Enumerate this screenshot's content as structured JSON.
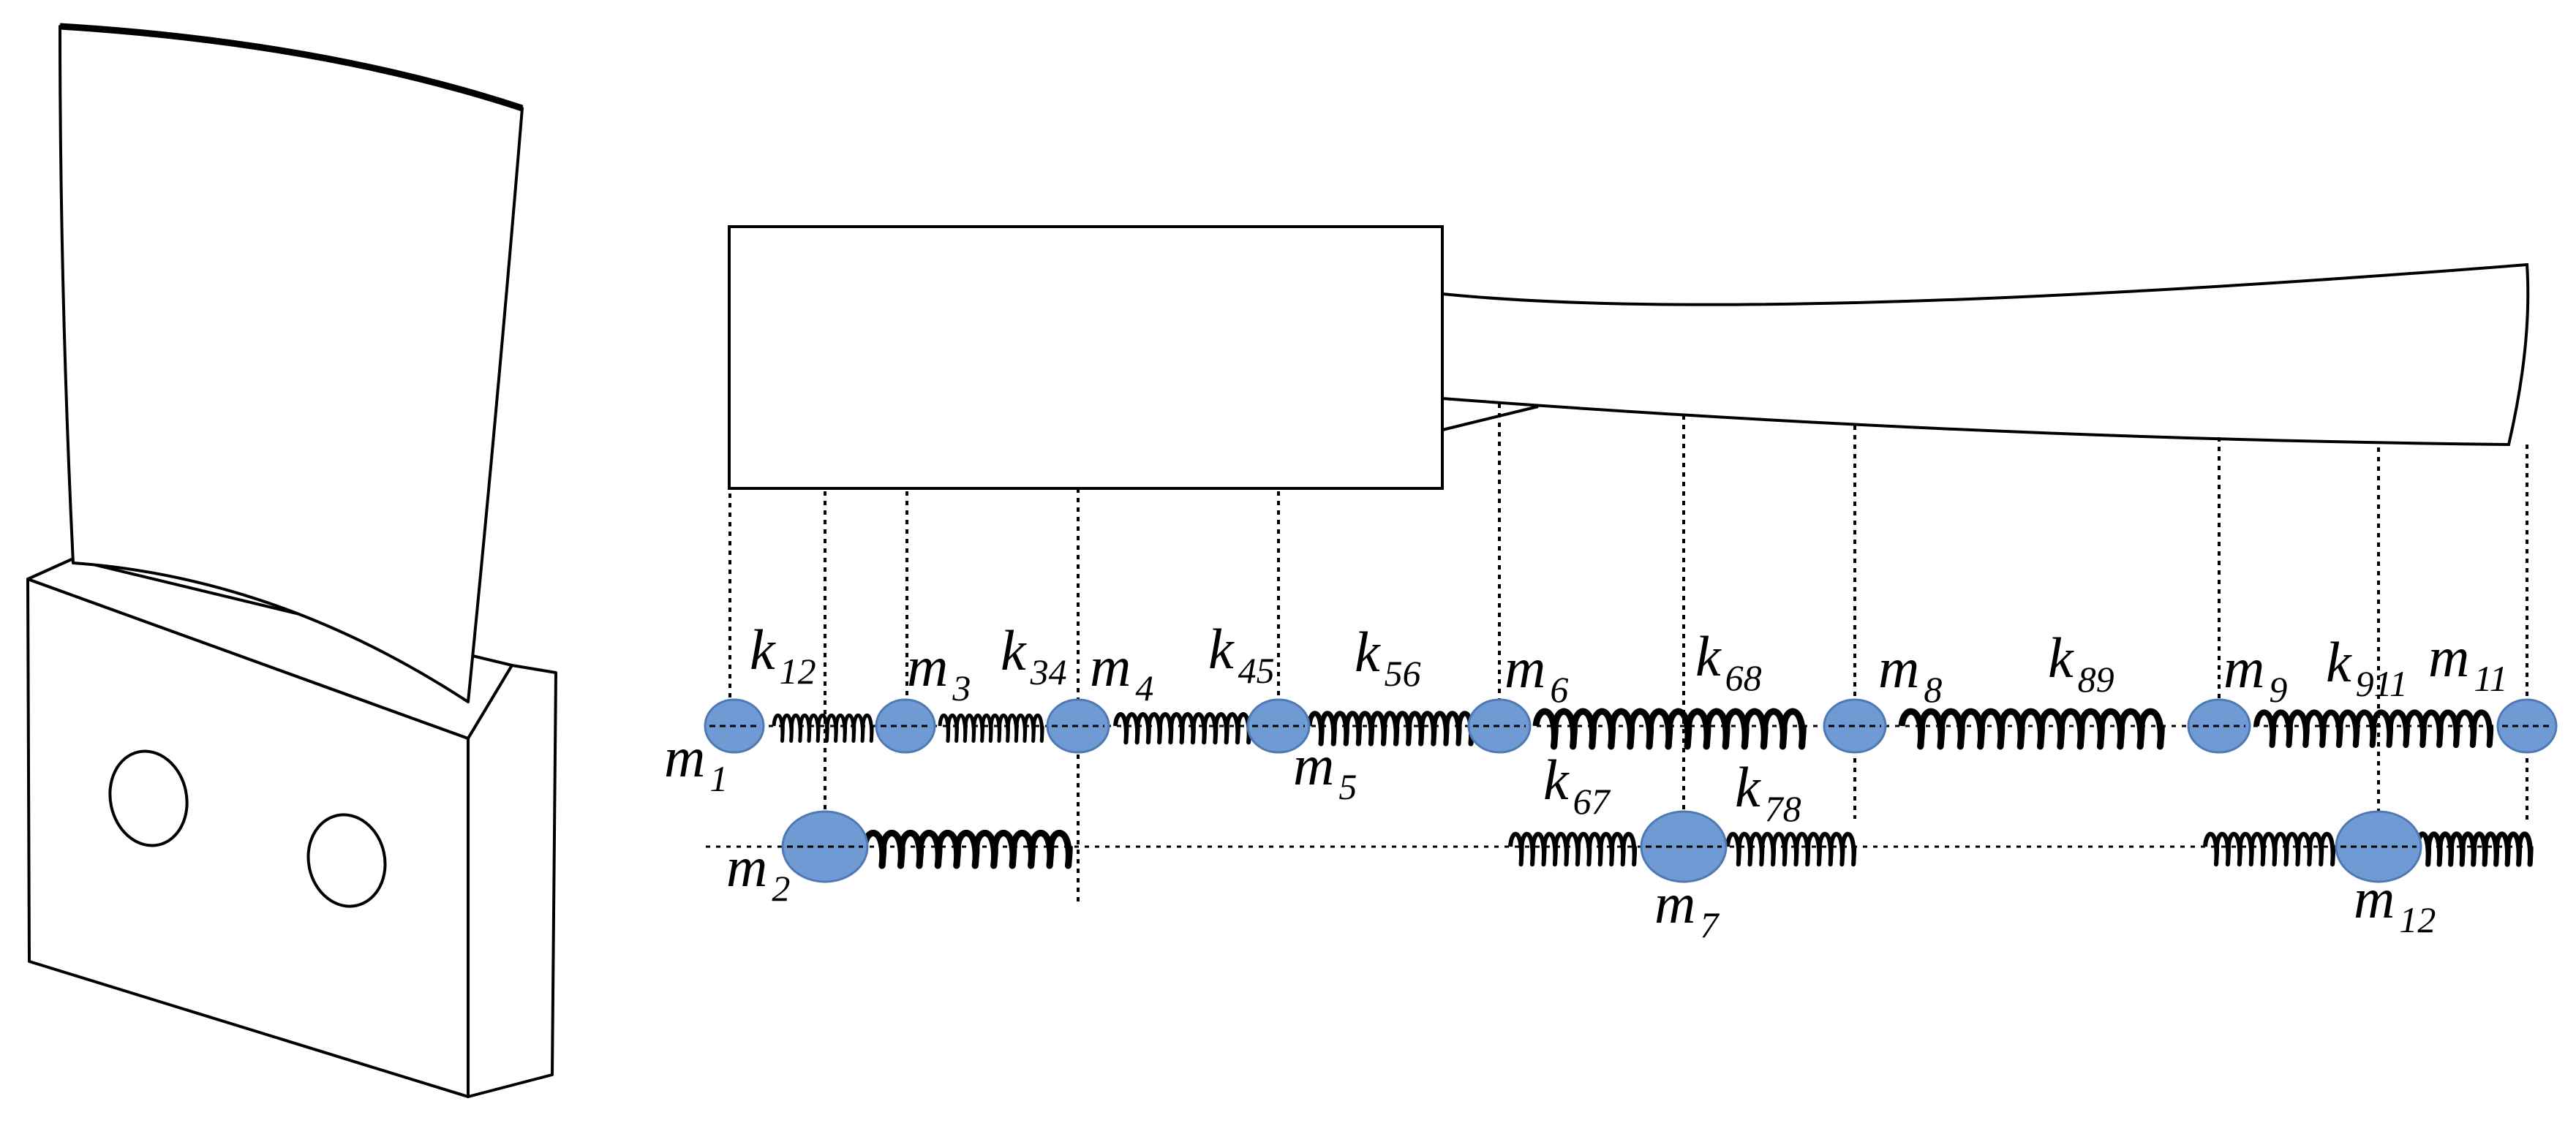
{
  "colors": {
    "mass_fill": "#6f9ad3",
    "mass_stroke": "#4f79b2",
    "line": "#000000",
    "background": "#ffffff"
  },
  "labels": {
    "m1": {
      "base": "m",
      "sub": "1"
    },
    "m2": {
      "base": "m",
      "sub": "2"
    },
    "m3": {
      "base": "m",
      "sub": "3"
    },
    "m4": {
      "base": "m",
      "sub": "4"
    },
    "m5": {
      "base": "m",
      "sub": "5"
    },
    "m6": {
      "base": "m",
      "sub": "6"
    },
    "m7": {
      "base": "m",
      "sub": "7"
    },
    "m8": {
      "base": "m",
      "sub": "8"
    },
    "m9": {
      "base": "m",
      "sub": "9"
    },
    "m11": {
      "base": "m",
      "sub": "11"
    },
    "m12": {
      "base": "m",
      "sub": "12"
    },
    "k12": {
      "base": "k",
      "sub": "12"
    },
    "k34": {
      "base": "k",
      "sub": "34"
    },
    "k45": {
      "base": "k",
      "sub": "45"
    },
    "k56": {
      "base": "k",
      "sub": "56"
    },
    "k67": {
      "base": "k",
      "sub": "67"
    },
    "k68": {
      "base": "k",
      "sub": "68"
    },
    "k78": {
      "base": "k",
      "sub": "78"
    },
    "k89": {
      "base": "k",
      "sub": "89"
    },
    "k911": {
      "base": "k",
      "sub": "911"
    }
  }
}
